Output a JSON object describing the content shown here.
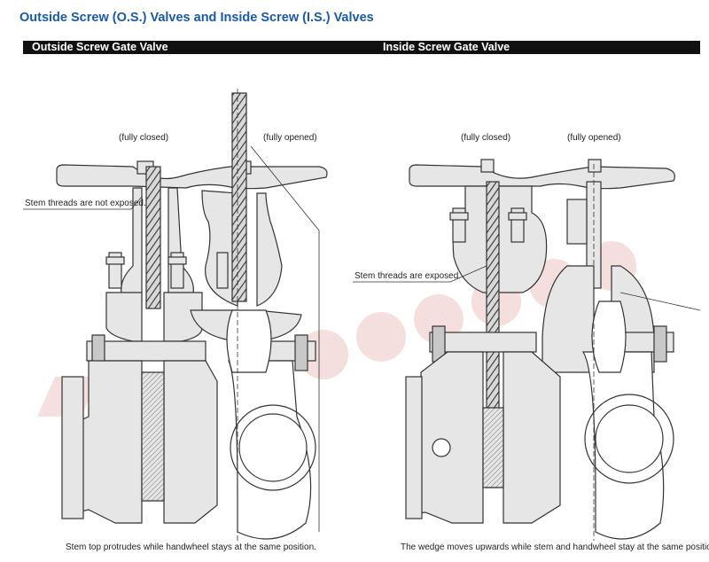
{
  "page": {
    "title": "Outside Screw (O.S.) Valves and Inside Screw (I.S.) Valves"
  },
  "left_panel": {
    "heading": "Outside Screw Gate Valve",
    "label_closed": "(fully closed)",
    "label_opened": "(fully opened)",
    "callout": "Stem threads are not exposed.",
    "caption": "Stem top protrudes while handwheel stays at the same position."
  },
  "right_panel": {
    "heading": "Inside Screw Gate Valve",
    "label_closed": "(fully closed)",
    "label_opened": "(fully opened)",
    "callout": "Stem threads are exposed.",
    "caption": "The wedge moves upwards while stem and handwheel stay at the same position."
  },
  "colors": {
    "title": "#1a5aa8",
    "line": "#333333",
    "fill": "#e6e6e6",
    "shade": "#c8c8c8",
    "watermark": "#f1d4d4"
  }
}
